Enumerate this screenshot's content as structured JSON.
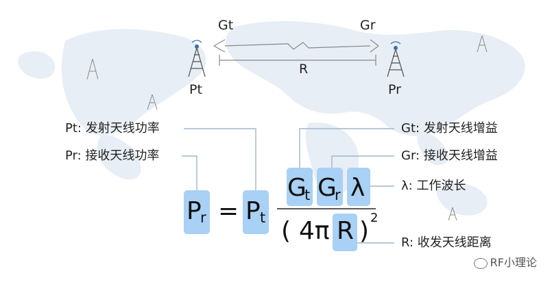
{
  "top": {
    "gt": "Gt",
    "gr": "Gr",
    "pt": "Pt",
    "pr": "Pr",
    "r": "R"
  },
  "legend": {
    "pt": "Pt: 发射天线功率",
    "pr": "Pr: 接收天线功率",
    "gt": "Gt: 发射天线增益",
    "gr": "Gr: 接收天线增益",
    "lambda": "λ: 工作波长",
    "r": "R: 收发天线距离"
  },
  "formula": {
    "p": "P",
    "r_sub": "r",
    "equals": "=",
    "t_sub": "t",
    "g": "G",
    "lambda": "λ",
    "open": "(",
    "four_pi": "4π",
    "big_r": "R",
    "close": ")",
    "exp": "2"
  },
  "watermark": "RF小理论",
  "colors": {
    "highlight": "#a9d0f5",
    "map": "#e8eef5",
    "line": "#9fb6cc"
  }
}
